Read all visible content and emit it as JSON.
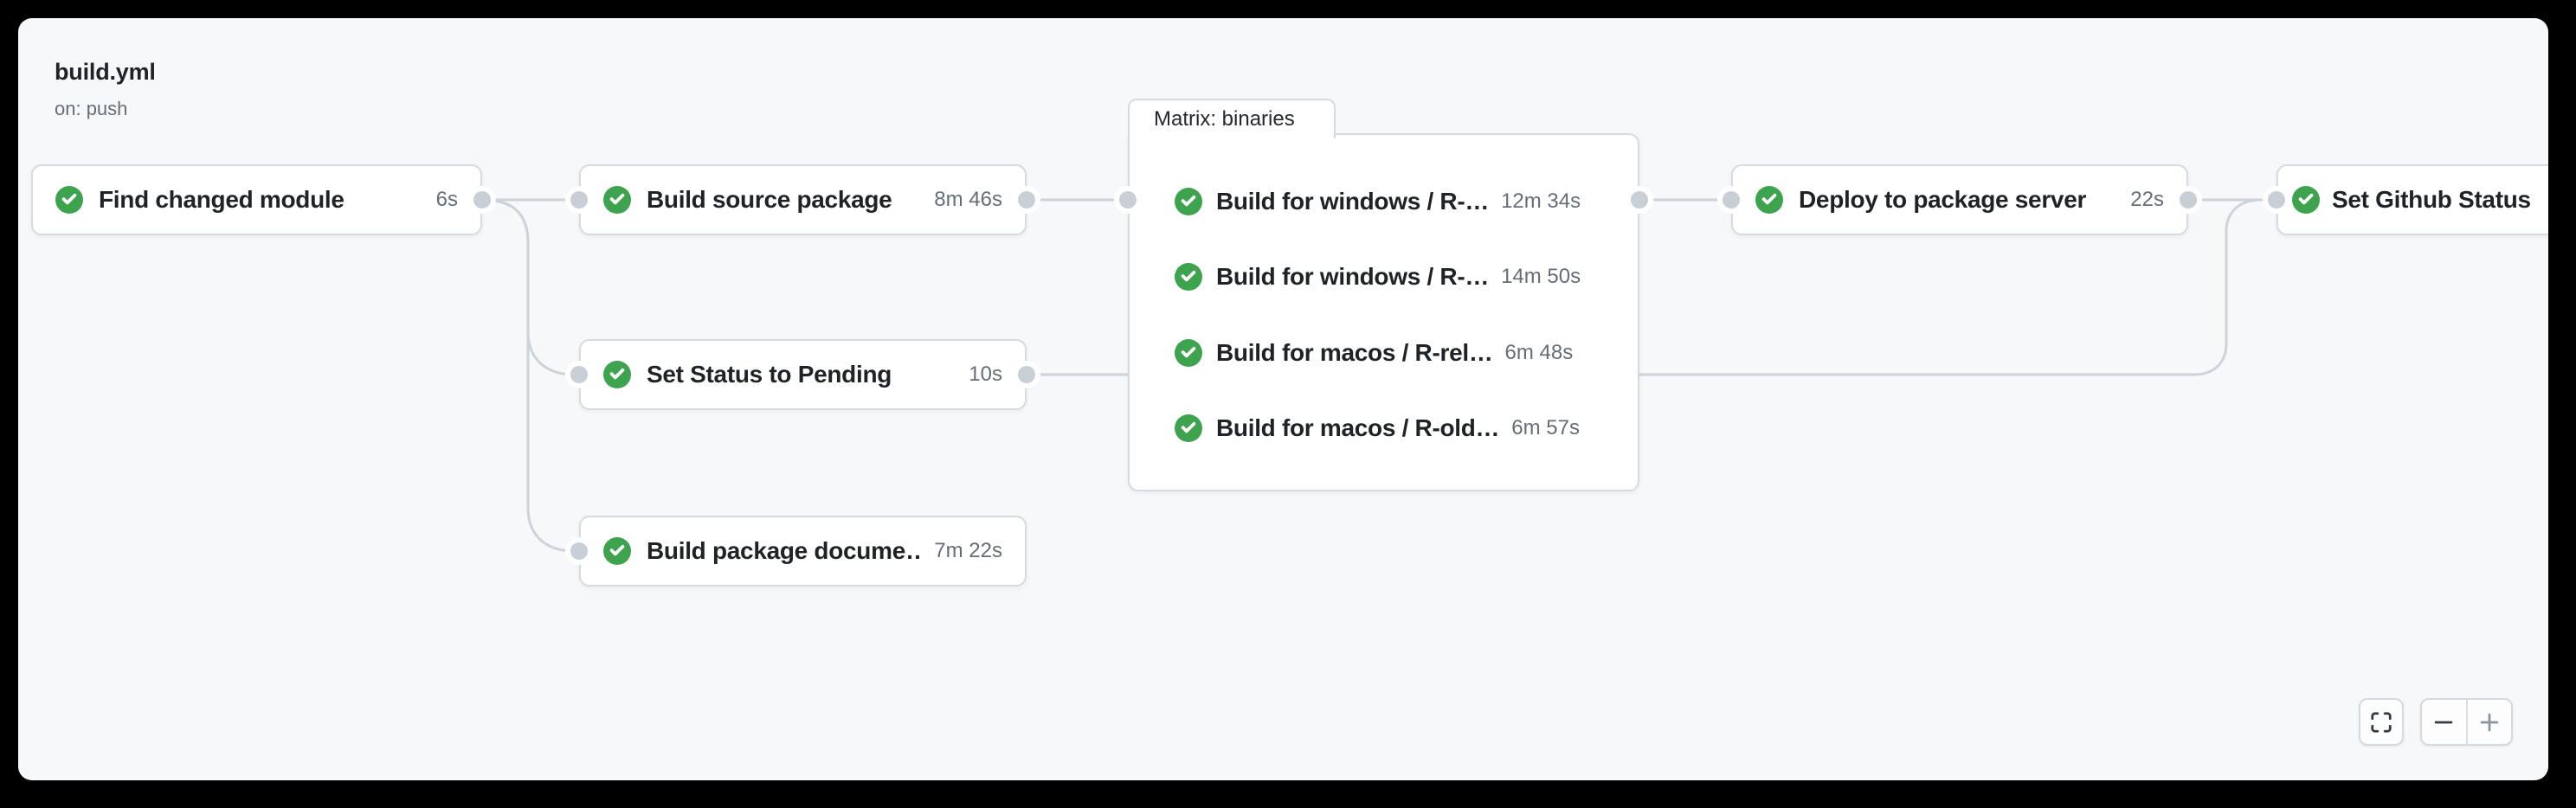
{
  "workflow": {
    "title": "build.yml",
    "trigger": "on: push"
  },
  "graph": {
    "nodes": [
      {
        "id": "find-changed-module",
        "label": "Find changed module",
        "duration": "6s",
        "status": "success"
      },
      {
        "id": "build-source-package",
        "label": "Build source package",
        "duration": "8m 46s",
        "status": "success"
      },
      {
        "id": "set-status-to-pending",
        "label": "Set Status to Pending",
        "duration": "10s",
        "status": "success"
      },
      {
        "id": "build-package-docs",
        "label": "Build package docume…",
        "duration": "7m 22s",
        "status": "success"
      },
      {
        "id": "deploy-to-package-server",
        "label": "Deploy to package server",
        "duration": "22s",
        "status": "success"
      },
      {
        "id": "set-github-status",
        "label": "Set Github Status",
        "duration": "",
        "status": "success"
      }
    ],
    "matrix": {
      "label": "Matrix: binaries",
      "jobs": [
        {
          "label": "Build for windows / R-…",
          "duration": "12m 34s",
          "status": "success"
        },
        {
          "label": "Build for windows / R-…",
          "duration": "14m 50s",
          "status": "success"
        },
        {
          "label": "Build for macos / R-rel…",
          "duration": "6m 48s",
          "status": "success"
        },
        {
          "label": "Build for macos / R-old…",
          "duration": "6m 57s",
          "status": "success"
        }
      ]
    }
  },
  "controls": {
    "fullscreen_icon": "screen-full-icon",
    "zoom_out_label": "−",
    "zoom_in_label": "+"
  },
  "colors": {
    "success_green": "#3ea34e",
    "edge_gray": "#ced3da",
    "node_border": "#d6dbe2",
    "panel_background": "#f6f8fa",
    "label_text": "#1f2328",
    "duration_text": "#656d76",
    "window_background": "#000000"
  }
}
